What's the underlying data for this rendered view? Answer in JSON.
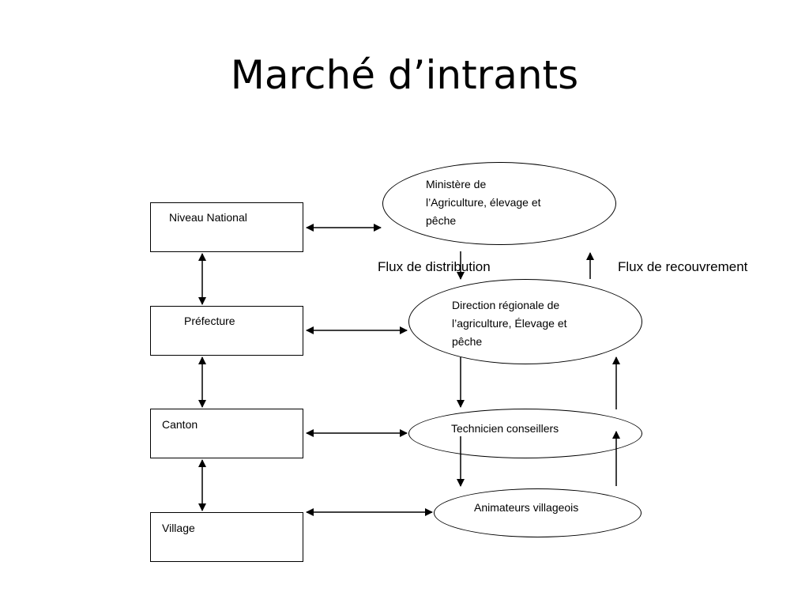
{
  "slide": {
    "title": "Marché d’intrants"
  },
  "levels": [
    {
      "label": "Niveau National"
    },
    {
      "label": "Préfecture"
    },
    {
      "label": "Canton"
    },
    {
      "label": "Village"
    }
  ],
  "actors": [
    {
      "label": "Ministère de\nl’Agriculture, élevage et\npêche"
    },
    {
      "label": "Direction régionale de\nl’agriculture, Élevage et\npêche"
    },
    {
      "label": "Technicien conseillers"
    },
    {
      "label": "Animateurs villageois"
    }
  ],
  "flows": {
    "distribution": "Flux de distribution",
    "recouvrement": "Flux de recouvrement"
  }
}
